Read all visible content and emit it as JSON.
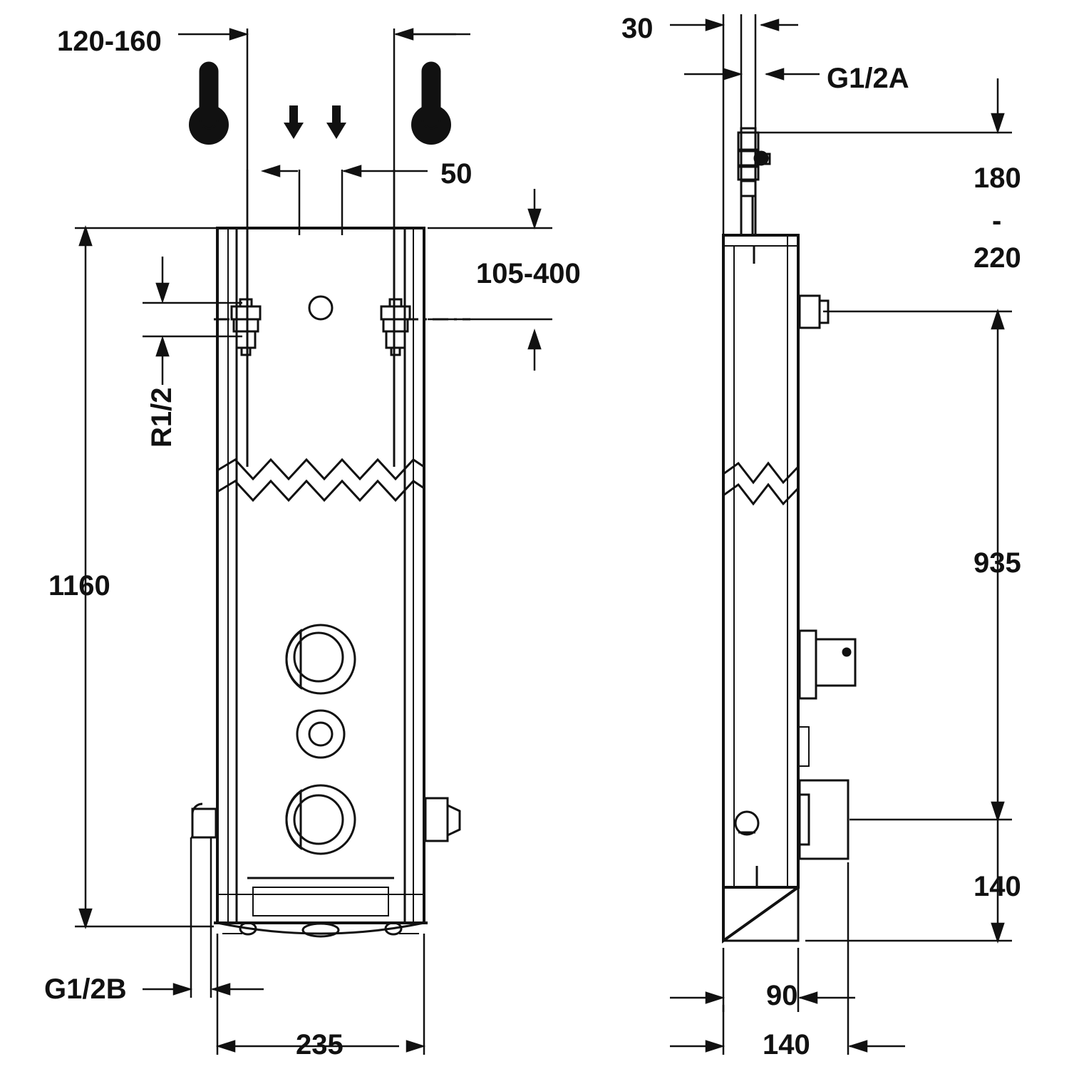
{
  "drawing": {
    "type": "technical-dimension-drawing",
    "subject": "shower panel / thermostatic shower column",
    "views": [
      {
        "name": "front-view",
        "position": "left"
      },
      {
        "name": "side-view",
        "position": "right"
      }
    ],
    "line_color": "#111111",
    "background": "#ffffff"
  },
  "dimensions": {
    "front": {
      "inlet_spacing_range": "120-160",
      "center_offset": "50",
      "outlet_height_range": "105-400",
      "thread_inlet": "R1/2",
      "total_height": "1160",
      "thread_outlet": "G1/2B",
      "total_width": "235"
    },
    "side": {
      "wall_offset": "30",
      "top_connection_thread": "G1/2A",
      "top_height_range_upper": "180",
      "range_dash": "-",
      "top_height_range_lower": "220",
      "mid_height": "935",
      "bottom_height": "140",
      "base_depth": "90",
      "total_depth": "140"
    }
  },
  "icons": {
    "thermometer_cold": "thermometer-icon",
    "thermometer_hot": "thermometer-icon",
    "flow_arrows": "double-down-arrow-icon"
  }
}
